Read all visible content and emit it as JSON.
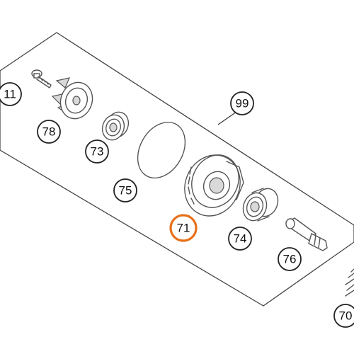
{
  "callouts": {
    "c11": "11",
    "c78": "78",
    "c73": "73",
    "c75": "75",
    "c99": "99",
    "c71": "71",
    "c74": "74",
    "c76": "76",
    "c70": "70"
  },
  "highlighted_callout": "71",
  "colors": {
    "highlight": "#e8701a",
    "line": "#555555",
    "shade": "#d9d9d9"
  }
}
